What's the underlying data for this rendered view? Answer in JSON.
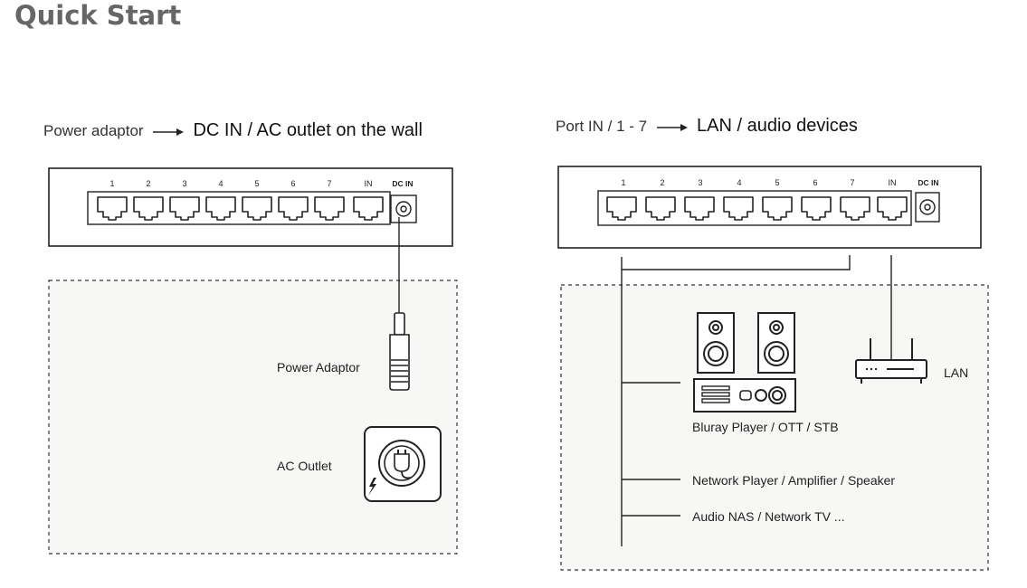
{
  "title": "Quick Start",
  "left_panel": {
    "heading_source": "Power adaptor",
    "heading_target": "DC IN / AC outlet on the wall",
    "port_labels": [
      "1",
      "2",
      "3",
      "4",
      "5",
      "6",
      "7",
      "IN",
      "DC IN"
    ],
    "power_adaptor_label": "Power Adaptor",
    "ac_outlet_label": "AC Outlet"
  },
  "right_panel": {
    "heading_source": "Port  IN / 1 - 7",
    "heading_target": "LAN / audio devices",
    "port_labels": [
      "1",
      "2",
      "3",
      "4",
      "5",
      "6",
      "7",
      "IN",
      "DC IN"
    ],
    "lan_label": "LAN",
    "devices": [
      "Bluray Player / OTT / STB",
      "Network Player / Amplifier / Speaker",
      "Audio NAS / Network TV ..."
    ]
  },
  "icons": [
    "ethernet-port-icon",
    "dc-jack-icon",
    "power-adaptor-plug-icon",
    "ac-outlet-icon",
    "speaker-icon",
    "audio-receiver-icon",
    "router-icon"
  ]
}
